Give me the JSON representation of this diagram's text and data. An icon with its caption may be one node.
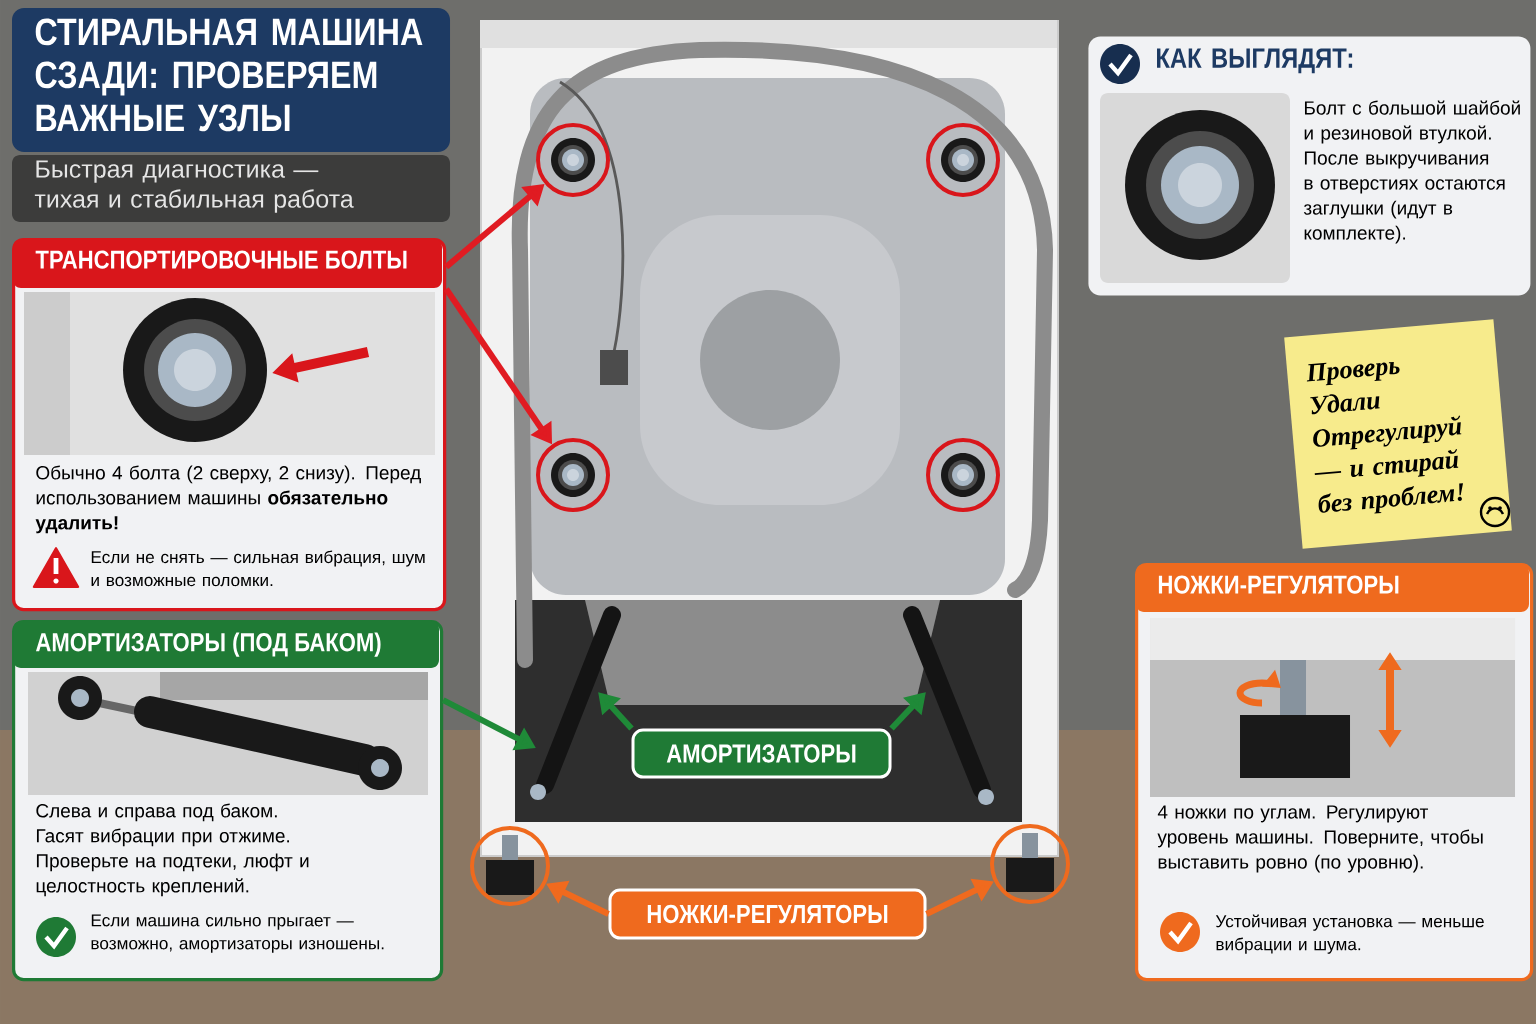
{
  "diagram": {
    "title": "СТИРАЛЬНАЯ МАШИНА СЗАДИ: ПРОВЕРЯЕМ ВАЖНЫЕ УЗЛЫ",
    "nodes": [
      {
        "text": [
          "ТРАНСПОРТИРОВОЧНЫЕ БОЛТЫ",
          "Обычно 4 болта (2 сверху, 2 снизу). Перед использованием машины **обязательно удалить!**",
          "Если не снять — сильная вибрация, шум и возможные поломки."
        ]
      },
      {
        "text": [
          "АМОРТИЗАТОРЫ (ПОД БАКОМ)",
          "Слева и справа под баком. Гасят вибрации при отжиме. Проверьте на подтеки, люфт и целостность креплений.",
          "Если машина сильно прыгает — возможно, амортизаторы изношены."
        ]
      },
      {
        "text": [
          "КАК ВЫГЛЯДЯТ:",
          "Болт с большой шайбой и резиновой втулкой. После выкручивания в отверстиях остаются заглушки (идут в комплекте)."
        ]
      },
      {
        "text": [
          "Проверь Удали Отрегулируй — и стирай без проблем!"
        ]
      },
      {
        "text": [
          "НОЖКИ-РЕГУЛЯТОРЫ",
          "4 ножки по углам. Регулируют уровень машины. Поверните, чтобы выставить ровно (по уровню).",
          "Устойчивая установка — меньше вибрации и шума."
        ]
      },
      {
        "text": [],
        "shape": "picture"
      },
      {
        "text": [],
        "shape": "circle",
        "in": 5
      },
      {
        "text": [],
        "shape": "circle",
        "in": 5
      },
      {
        "text": [],
        "shape": "circle",
        "in": 5
      },
      {
        "text": [],
        "shape": "circle",
        "in": 5
      },
      {
        "text": [
          "АМОРТИЗАТОРЫ"
        ],
        "in": 5
      },
      {
        "text": [
          "НОЖКИ-РЕГУЛЯТОРЫ"
        ]
      },
      {
        "text": [],
        "shape": "circle"
      },
      {
        "text": [],
        "shape": "circle"
      }
    ],
    "edges": [
      {
        "from": 0,
        "to": 6,
        "arrow": "to",
        "color": "#e01b22"
      },
      {
        "from": 0,
        "to": 8,
        "arrow": "to",
        "color": "#e01b22"
      },
      {
        "from": 1,
        "to": null,
        "arrow": "to",
        "color": "#1f8a38"
      },
      {
        "from": 10,
        "to": null,
        "arrow": "to",
        "color": "#1f8a38"
      },
      {
        "from": 10,
        "to": null,
        "arrow": "to",
        "color": "#1f8a38"
      },
      {
        "from": 11,
        "to": 12,
        "arrow": "to",
        "color": "#f06a1e"
      },
      {
        "from": 11,
        "to": 13,
        "arrow": "to",
        "color": "#f06a1e"
      }
    ],
    "labels": [
      "Быстрая диагностика — тихая и стабильная работа"
    ]
  }
}
